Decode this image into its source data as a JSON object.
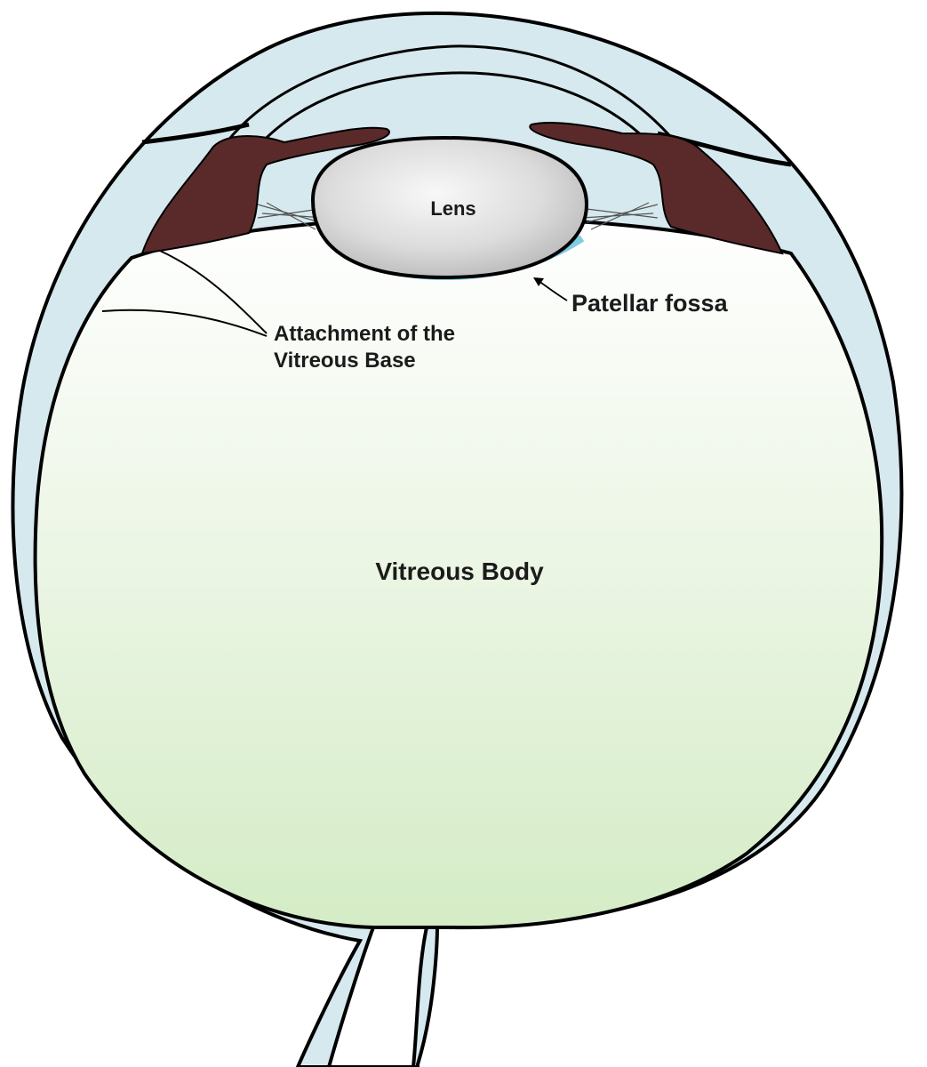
{
  "labels": {
    "lens": "Lens",
    "patellar_fossa": "Patellar fossa",
    "attachment_line1": "Attachment of the",
    "attachment_line2": "Vitreous Base",
    "vitreous_body": "Vitreous Body"
  },
  "colors": {
    "sclera": "#d6e9ee",
    "outline": "#000000",
    "ciliary_body": "#5a2a2a",
    "lens_light": "#f8f8f8",
    "lens_dark": "#b8b8b8",
    "vitreous_top": "#ffffff",
    "vitreous_bottom": "#d4ecc6",
    "patellar_fossa": "#7fcde4"
  }
}
